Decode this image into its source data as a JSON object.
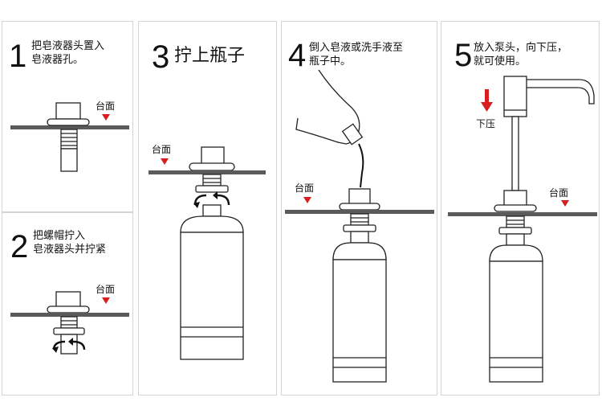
{
  "colors": {
    "accent_red": "#d81e1e",
    "counter": "#5a5a5a",
    "outline": "#222222",
    "panel_border": "#d4d4d4"
  },
  "steps": [
    {
      "number": "1",
      "lines": [
        "把皂液器头置入",
        "皂液器孔。"
      ],
      "counter_label": "台面"
    },
    {
      "number": "2",
      "lines": [
        "把螺帽拧入",
        "皂液器头并拧紧"
      ],
      "counter_label": "台面"
    },
    {
      "number": "3",
      "title": "拧上瓶子",
      "counter_label": "台面"
    },
    {
      "number": "4",
      "lines": [
        "倒入皂液或洗手液至",
        "瓶子中。"
      ],
      "counter_label": "台面"
    },
    {
      "number": "5",
      "lines": [
        "放入泵头，向下压，",
        "就可使用。"
      ],
      "counter_label": "台面",
      "press_label": "下压"
    }
  ],
  "icons": [
    "down-arrow-icon",
    "rotate-arrow-icon"
  ]
}
